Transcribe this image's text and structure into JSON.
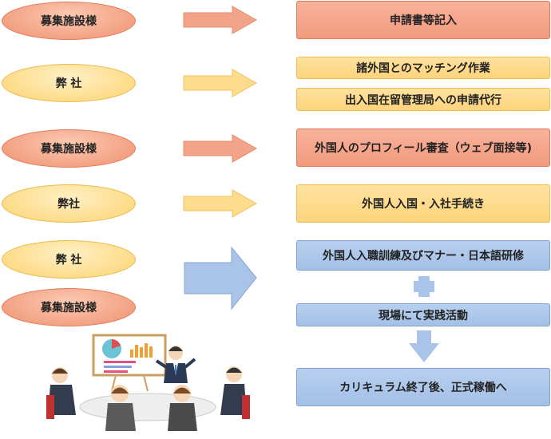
{
  "left_ovals": [
    {
      "label": "募集施設様",
      "color": "red"
    },
    {
      "label": "弊 社",
      "color": "yellow"
    },
    {
      "label": "募集施設様",
      "color": "red"
    },
    {
      "label": "弊社",
      "color": "yellow"
    },
    {
      "label": "弊 社",
      "color": "yellow"
    },
    {
      "label": "募集施設様",
      "color": "red"
    }
  ],
  "right_boxes": [
    {
      "label": "申請書等記入",
      "color": "red"
    },
    {
      "label": "諸外国とのマッチング作業",
      "color": "yellow"
    },
    {
      "label": "出入国在留管理局への申請代行",
      "color": "yellow"
    },
    {
      "label": "外国人のプロフィール審査（ウェブ面接等)",
      "color": "red"
    },
    {
      "label": "外国人入国・入社手続き",
      "color": "yellow"
    },
    {
      "label": "外国人入職訓練及びマナー・日本語研修",
      "color": "blue"
    },
    {
      "label": "現場にて実践活動",
      "color": "blue"
    },
    {
      "label": "カリキュラム終了後、正式稼働へ",
      "color": "blue"
    }
  ],
  "colors": {
    "red_arrow": "#f3a488",
    "yellow_arrow": "#fddc8e",
    "blue_arrow": "#a9c4e8",
    "blue_plus": "#a9c4e8"
  },
  "icons": {
    "plus": "plus-icon",
    "down_arrow": "down-arrow-icon",
    "meeting": "business-meeting-illustration"
  }
}
